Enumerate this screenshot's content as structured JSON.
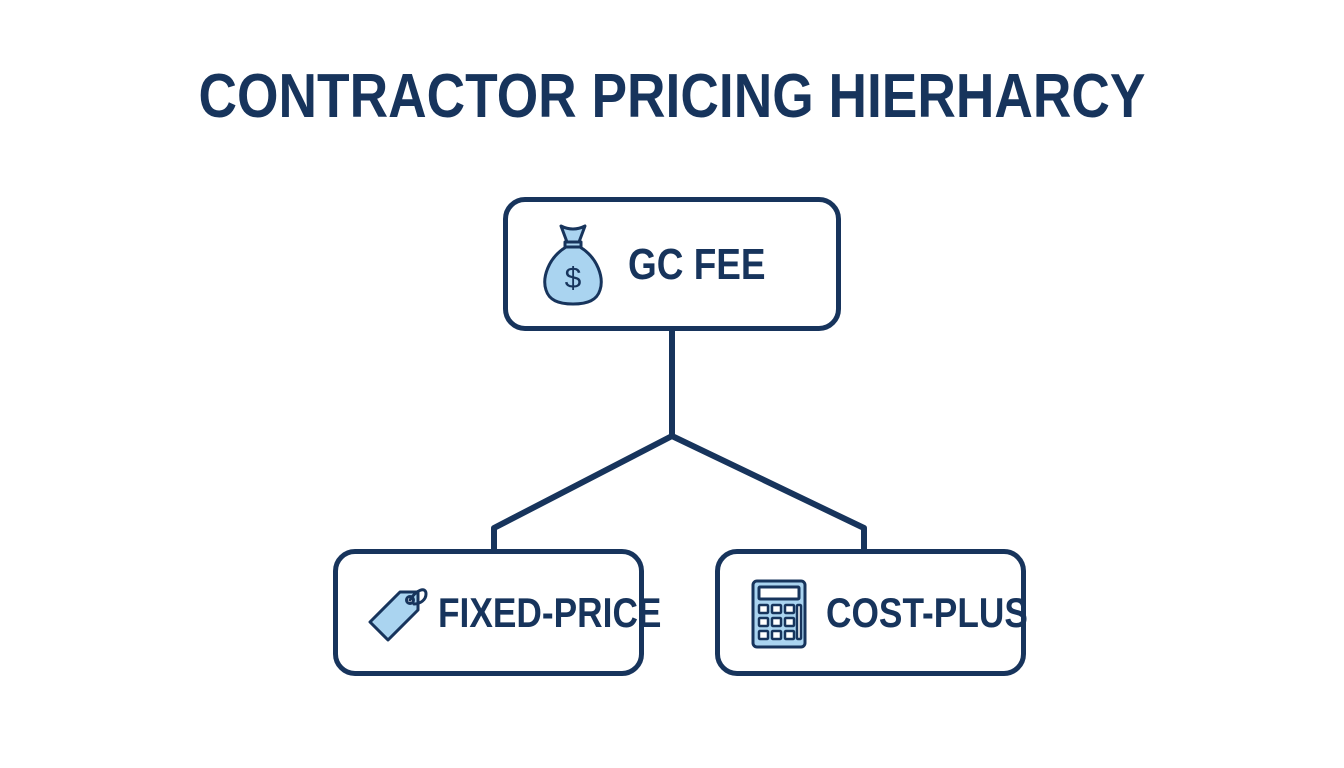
{
  "title": "CONTRACTOR PRICING HIERHARCY",
  "nodes": {
    "root": {
      "label": "GC FEE",
      "icon": "money-bag-icon"
    },
    "left": {
      "label": "FIXED-PRICE",
      "icon": "price-tag-icon"
    },
    "right": {
      "label": "COST-PLUS",
      "icon": "calculator-icon"
    }
  },
  "colors": {
    "primary": "#17345c",
    "icon_fill": "#aad4f0",
    "background": "#ffffff"
  }
}
